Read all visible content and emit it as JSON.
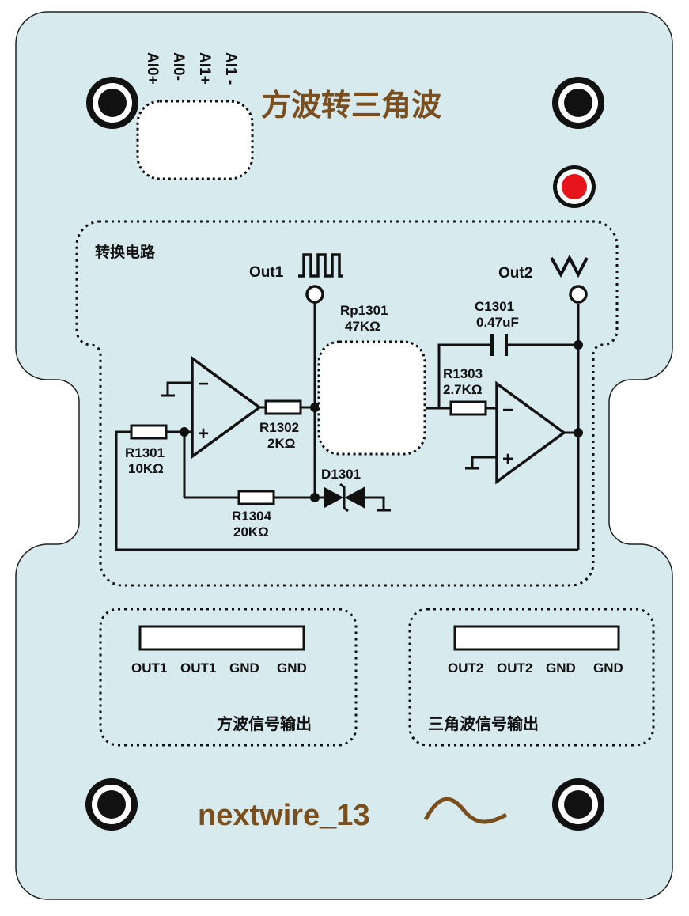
{
  "board": {
    "title": "方波转三角波",
    "colors": {
      "board": "#d7ebef",
      "brand": "#7a4e1d",
      "led": "#e8141c",
      "ink": "#111111"
    }
  },
  "connector": {
    "pins": [
      "AI0+",
      "AI0-",
      "AI1+",
      "AI1 -"
    ]
  },
  "circuit": {
    "label": "转换电路",
    "out1": "Out1",
    "out2": "Out2",
    "rp1301": {
      "name": "Rp1301",
      "value": "47KΩ"
    },
    "c1301": {
      "name": "C1301",
      "value": "0.47uF"
    },
    "r1303": {
      "name": "R1303",
      "value": "2.7KΩ"
    },
    "r1302": {
      "name": "R1302",
      "value": "2KΩ"
    },
    "r1301": {
      "name": "R1301",
      "value": "10KΩ"
    },
    "r1304": {
      "name": "R1304",
      "value": "20KΩ"
    },
    "d1301": {
      "name": "D1301"
    },
    "minus": "−",
    "plus": "+"
  },
  "headers": {
    "left": {
      "pins": [
        "OUT1",
        "OUT1",
        "GND",
        "GND"
      ],
      "label": "方波信号输出"
    },
    "right": {
      "pins": [
        "OUT2",
        "OUT2",
        "GND",
        "GND"
      ],
      "label": "三角波信号输出"
    }
  },
  "brand": {
    "name": "nextwire_13"
  }
}
